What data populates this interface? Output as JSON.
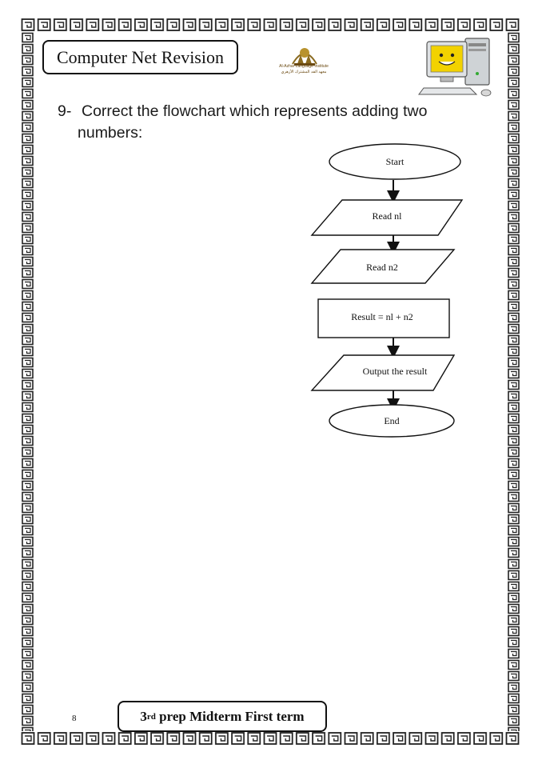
{
  "header": {
    "title": "Computer Net Revision",
    "logo_text_en": "Al-Azhar Language Institute",
    "logo_text_ar": "معهد الفد المشترك الأزهري"
  },
  "question": {
    "number": "9-",
    "text_line1": "Correct the flowchart which represents adding two",
    "text_line2": "numbers:"
  },
  "flowchart": {
    "nodes": [
      {
        "shape": "ellipse",
        "label": "Start"
      },
      {
        "shape": "parallelogram",
        "label": "Read nl"
      },
      {
        "shape": "parallelogram",
        "label": "Read n2"
      },
      {
        "shape": "rectangle",
        "label": "Result = nl  + n2"
      },
      {
        "shape": "parallelogram",
        "label": "Output the result"
      },
      {
        "shape": "ellipse",
        "label": "End"
      }
    ]
  },
  "footer": {
    "page_number": "8",
    "grade": "3",
    "grade_suffix": "rd",
    "exam_label": "prep Midterm First term"
  },
  "colors": {
    "text": "#111111",
    "border": "#111111",
    "logo": "#8a6a1f",
    "screen": "#f2d200"
  }
}
